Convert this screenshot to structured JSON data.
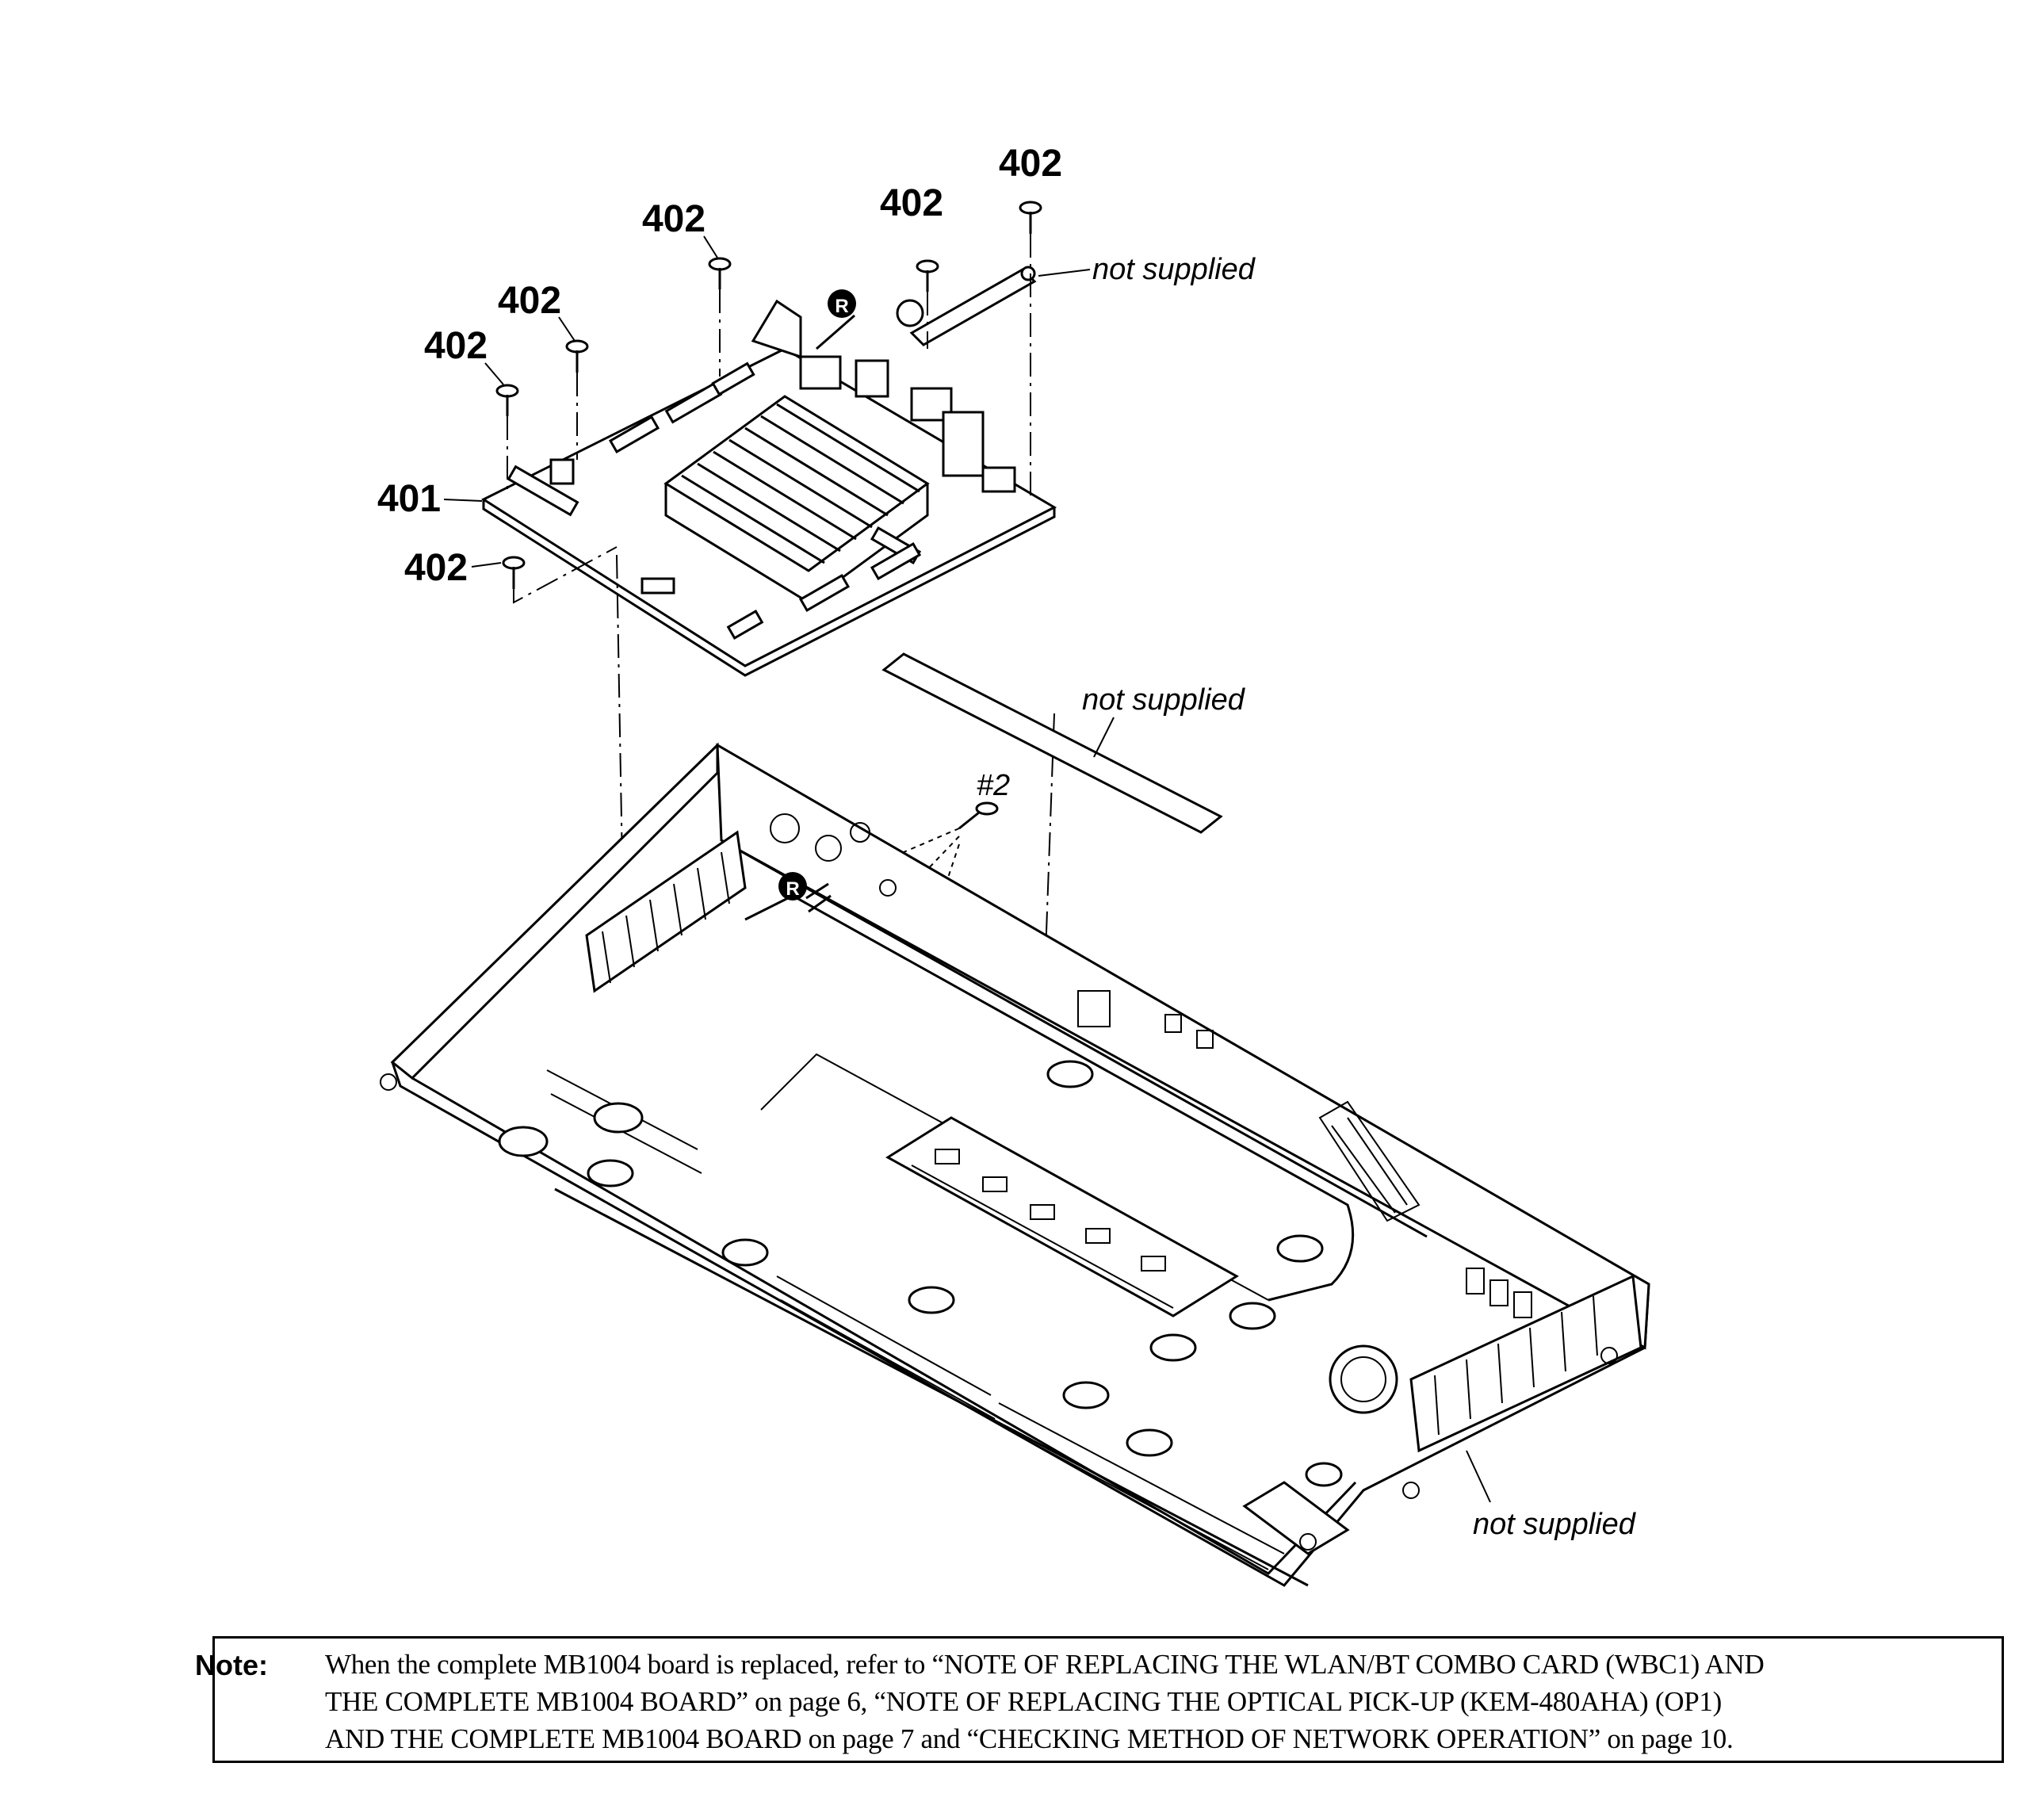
{
  "callouts": {
    "screw_label": "402",
    "board_label": "401",
    "not_supplied": "not supplied",
    "screw_type": "#2",
    "r_mark": "R"
  },
  "note": {
    "label": "Note:",
    "line1": "When the complete MB1004 board is replaced, refer to “NOTE OF REPLACING THE WLAN/BT COMBO CARD (WBC1) AND",
    "line2": "THE COMPLETE  MB1004 BOARD” on page 6, “NOTE OF REPLACING THE OPTICAL PICK-UP (KEM-480AHA) (OP1)",
    "line3": "AND THE COMPLETE MB1004 BOARD on page 7 and “CHECKING METHOD OF NETWORK OPERATION” on page 10."
  }
}
